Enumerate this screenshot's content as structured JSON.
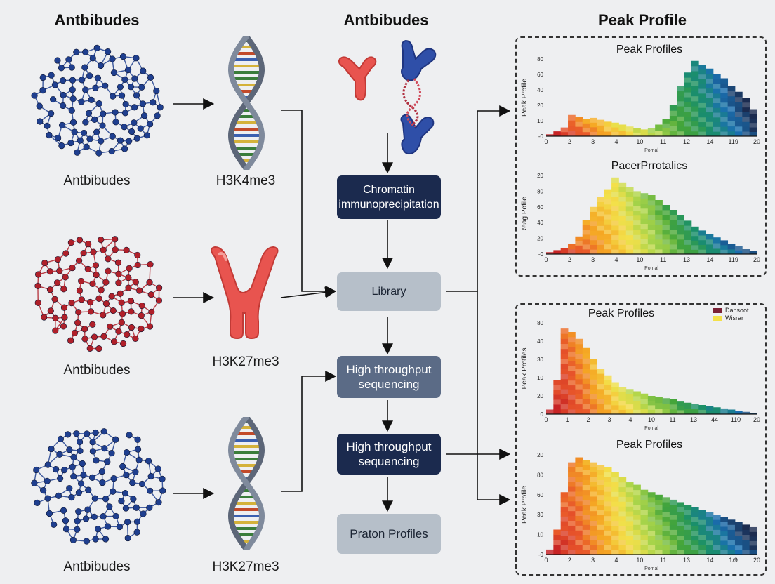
{
  "columns": {
    "left_title": "Antbibudes",
    "middle_title": "Antbibudes",
    "right_title": "Peak Profile"
  },
  "rows": [
    {
      "network_label": "Antbibudes",
      "network_color": "#1f3f8f",
      "mark_label": "H3K4me3",
      "mark_icon": "dna-icon"
    },
    {
      "network_label": "Antbibudes",
      "network_color": "#b0202a",
      "mark_label": "H3K27me3",
      "mark_icon": "antibody-icon"
    },
    {
      "network_label": "Antbibudes",
      "network_color": "#1f3f8f",
      "mark_label": "H3K27me3",
      "mark_icon": "dna-icon"
    }
  ],
  "flow": {
    "chip": "Chromatin immunoprecipitation",
    "library": "Library",
    "seq1": "High throughput sequencing",
    "seq2": "High throughput sequencing",
    "profiles": "Praton Profiles"
  },
  "panels": {
    "top_legend": [],
    "bottom_legend": [
      "Dansoot",
      "Wisrar"
    ]
  },
  "colors": {
    "red": "#c41e24",
    "yellow": "#f3e04a",
    "green": "#44a53a",
    "blue": "#1a6fb0",
    "navy": "#1b2a4e"
  },
  "chart_data": [
    {
      "type": "bar",
      "title": "Peak Profiles",
      "ylabel": "Peak Profile",
      "xlabel": "Pomal",
      "ylim": [
        0,
        80
      ],
      "y_ticks": [
        "-0",
        "10",
        "20",
        "40",
        "60",
        "80"
      ],
      "x_ticks": [
        "0",
        "2",
        "3",
        "4",
        "10",
        "11",
        "12",
        "14",
        "119",
        "20"
      ],
      "values": [
        2,
        5,
        9,
        22,
        20,
        18,
        19,
        17,
        15,
        14,
        12,
        10,
        8,
        7,
        8,
        12,
        18,
        32,
        52,
        66,
        78,
        74,
        70,
        64,
        60,
        52,
        46,
        40,
        28
      ]
    },
    {
      "type": "bar",
      "title": "PacerPrrotalics",
      "ylabel": "Reag Pofile",
      "xlabel": "Pomal",
      "ylim": [
        0,
        80
      ],
      "y_ticks": [
        "-0",
        "20",
        "40",
        "60",
        "80",
        "20"
      ],
      "x_ticks": [
        "0",
        "2",
        "3",
        "4",
        "10",
        "11",
        "13",
        "14",
        "119",
        "20"
      ],
      "values": [
        2,
        4,
        6,
        10,
        18,
        35,
        48,
        58,
        66,
        78,
        73,
        68,
        64,
        62,
        60,
        55,
        50,
        45,
        40,
        34,
        28,
        24,
        20,
        17,
        14,
        10,
        8,
        5,
        3
      ]
    },
    {
      "type": "bar",
      "title": "Peak Profiles",
      "ylabel": "Peak Profiles",
      "xlabel": "Pomal",
      "ylim": [
        0,
        80
      ],
      "y_ticks": [
        "0",
        "20",
        "10",
        "30",
        "40",
        "80"
      ],
      "x_ticks": [
        "0",
        "1",
        "2",
        "3",
        "4",
        "10",
        "11",
        "13",
        "44",
        "110",
        "20"
      ],
      "values": [
        4,
        30,
        75,
        72,
        66,
        58,
        48,
        40,
        34,
        28,
        24,
        22,
        20,
        18,
        16,
        15,
        14,
        13,
        11,
        10,
        9,
        8,
        7,
        6,
        5,
        4,
        3,
        2,
        1
      ]
    },
    {
      "type": "bar",
      "title": "Peak Profiles",
      "ylabel": "Peak Profile",
      "xlabel": "Pomal",
      "ylim": [
        0,
        80
      ],
      "y_ticks": [
        "-0",
        "10",
        "30",
        "60",
        "80",
        "20"
      ],
      "x_ticks": [
        "0",
        "2",
        "3",
        "4",
        "10",
        "11",
        "13",
        "14",
        "1/9",
        "20"
      ],
      "values": [
        4,
        20,
        50,
        74,
        78,
        76,
        74,
        72,
        70,
        66,
        62,
        58,
        56,
        52,
        50,
        48,
        46,
        44,
        42,
        40,
        38,
        36,
        34,
        32,
        30,
        28,
        26,
        24,
        22
      ]
    }
  ]
}
